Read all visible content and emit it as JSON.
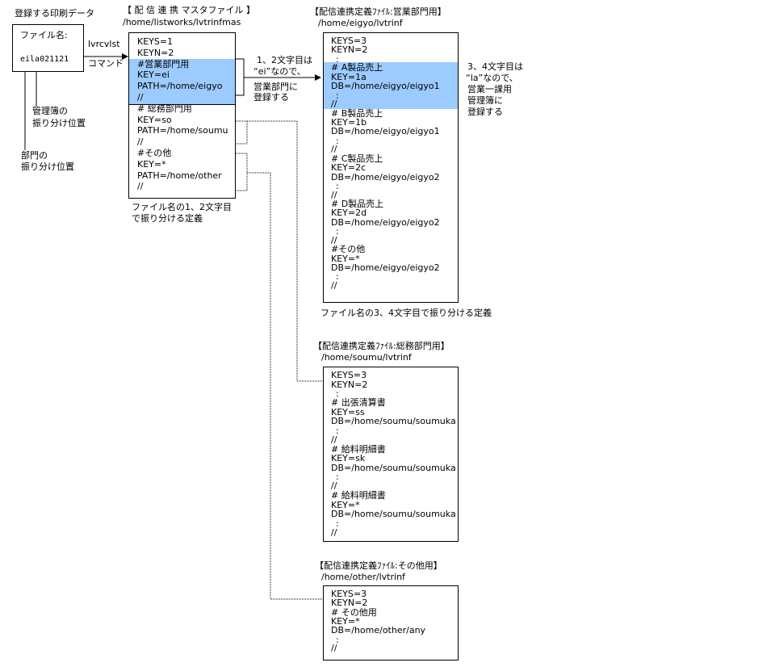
{
  "source": {
    "label": "登録する印刷データ",
    "field_label": "ファイル名:",
    "filename": "eila021121",
    "cmd_name": "lvrcvlst",
    "cmd_word": "コマンド",
    "note_kanri": [
      "管理簿の",
      "振り分け位置"
    ],
    "note_bumon": [
      "部門の",
      "振り分け位置"
    ]
  },
  "master": {
    "title": "【 配 信 連 携 マスタファイル 】",
    "path": "/home/listworks/lvtrinfmas",
    "lines": [
      "KEYS=1",
      "KEYN=2",
      "#営業部門用",
      "KEY=ei",
      "PATH=/home/eigyo",
      "//",
      "# 総務部門用",
      "KEY=so",
      "PATH=/home/soumu",
      "//",
      "#その他",
      "KEY=*",
      "PATH=/home/other",
      "//"
    ],
    "caption": [
      "ファイル名の1、2文字目",
      "で振り分ける定義"
    ],
    "note": [
      "1、2文字目は",
      "“ei”なので、",
      "営業部門に",
      "登録する"
    ]
  },
  "eigyo": {
    "title": "【配信連携定義ﾌｧｲﾙ:営業部門用】",
    "path": "/home/eigyo/lvtrinf",
    "lines": [
      "KEYS=3",
      "KEYN=2",
      ":",
      "# A製品売上",
      "KEY=1a",
      "DB=/home/eigyo/eigyo1",
      ":",
      "//",
      "# B製品売上",
      "KEY=1b",
      "DB=/home/eigyo/eigyo1",
      ":",
      "//",
      "# C製品売上",
      "KEY=2c",
      "DB=/home/eigyo/eigyo2",
      ":",
      "//",
      "# D製品売上",
      "KEY=2d",
      "DB=/home/eigyo/eigyo2",
      ":",
      "//",
      "#その他",
      "KEY=*",
      "DB=/home/eigyo/eigyo2",
      ":",
      "//"
    ],
    "caption": "ファイル名の3、4文字目で振り分ける定義",
    "note": [
      "3、4文字目は",
      "“la”なので、",
      "営業一課用",
      "管理簿に",
      "登録する"
    ]
  },
  "soumu": {
    "title": "【配信連携定義ﾌｧｲﾙ:総務部門用】",
    "path": "/home/soumu/lvtrinf",
    "lines": [
      "KEYS=3",
      "KEYN=2",
      ":",
      "# 出張清算書",
      "KEY=ss",
      "DB=/home/soumu/soumuka",
      ":",
      "//",
      "# 給料明細書",
      "KEY=sk",
      "DB=/home/soumu/soumuka",
      ":",
      "//",
      "# 給料明細書",
      "KEY=*",
      "DB=/home/soumu/soumuka",
      ":",
      "//"
    ]
  },
  "other": {
    "title": "【配信連携定義ﾌｧｲﾙ:その他用】",
    "path": "/home/other/lvtrinf",
    "lines": [
      "KEYS=3",
      "KEYN=2",
      "# その他用",
      "KEY=*",
      "DB=/home/other/any",
      ":",
      "//"
    ]
  }
}
